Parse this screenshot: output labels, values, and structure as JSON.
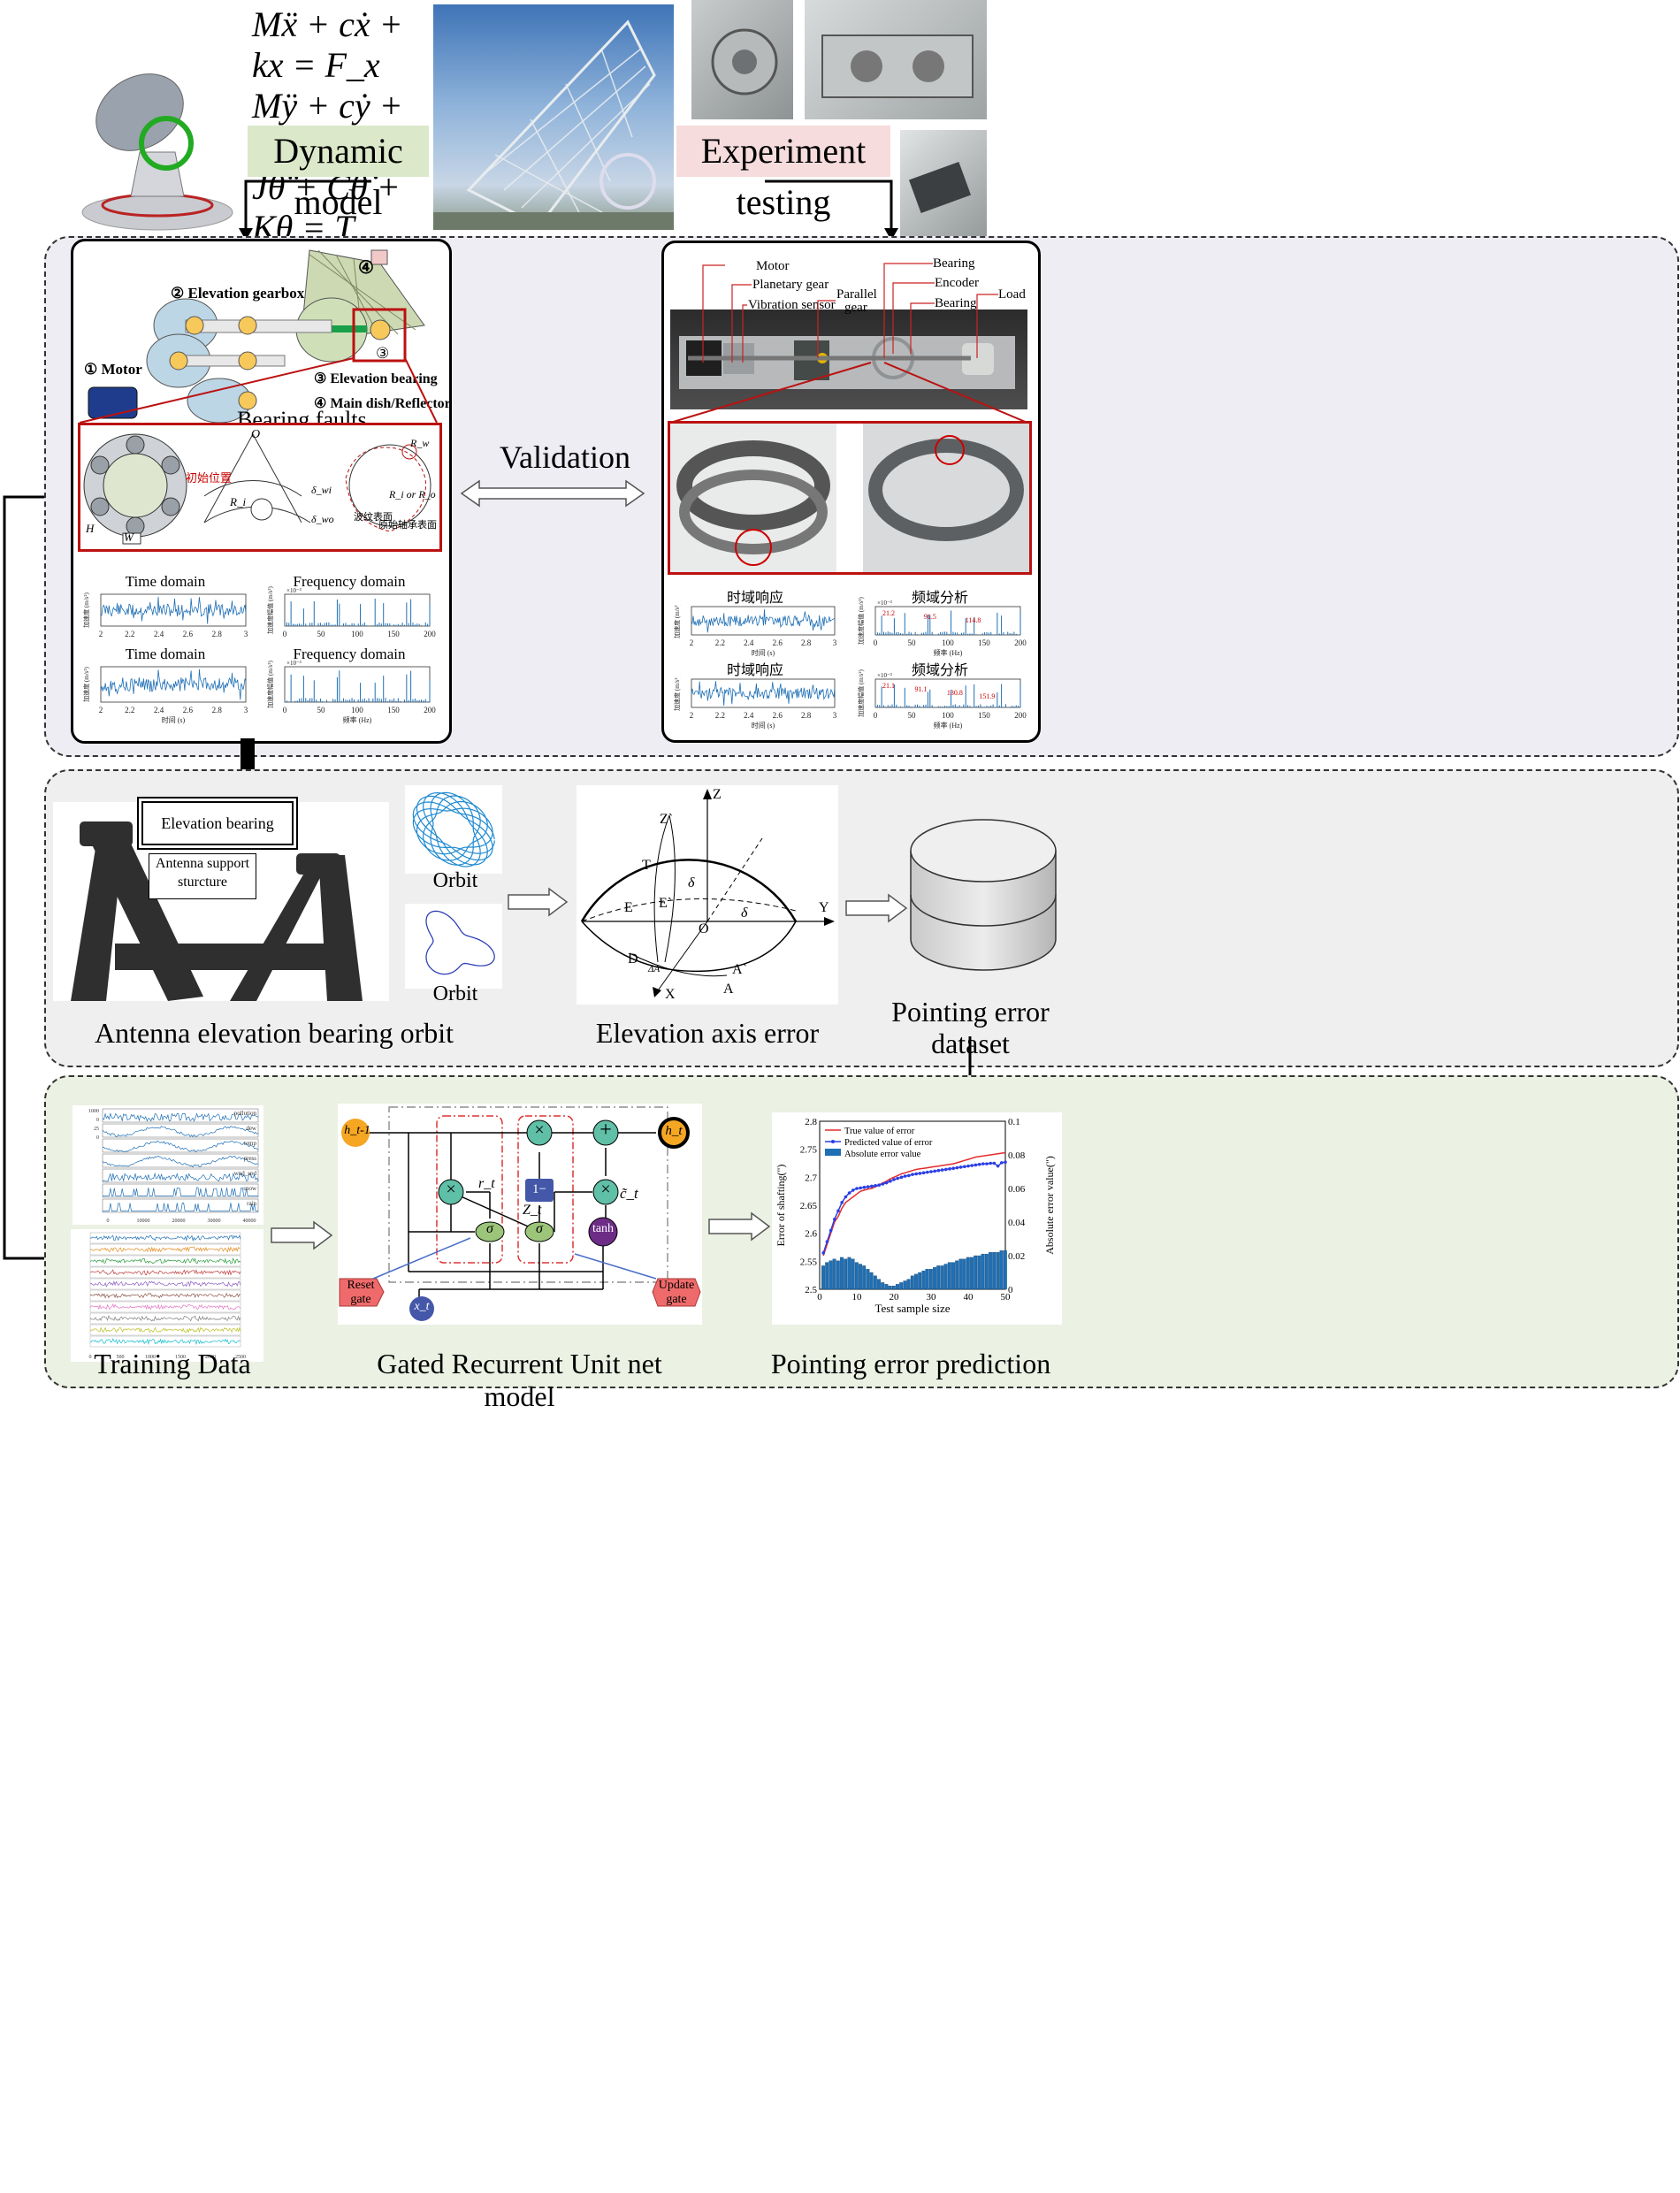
{
  "top": {
    "equations": [
      "Mẍ + cẋ + kx = F_x",
      "Mÿ + cẏ + ky = F_y",
      "Jθ̈ + Cθ̇ + Kθ = T"
    ],
    "dynamic_model": "Dynamic model",
    "experiment_testing": "Experiment testing"
  },
  "panel1": {
    "left_labels": {
      "dish": "④",
      "gearbox": "② Elevation gearbox",
      "motor": "① Motor",
      "num3": "③",
      "elev_bearing": "③ Elevation bearing",
      "main_dish": "④ Main dish/Reflector",
      "bearing_faults": "Bearing faults",
      "init_pos": "初始位置",
      "wave_surface": "波纹表面",
      "orig_surface": "原始轴承表面",
      "O": "O",
      "Ri_or_Ro": "R_i or R_o",
      "Rw": "R_w",
      "Ri": "R_i",
      "delta_wi": "δ_wi",
      "delta_wo": "δ_wo",
      "H_label": "H",
      "W_label": "W"
    },
    "validation": "Validation",
    "right_labels": {
      "motor": "Motor",
      "planetary": "Planetary gear",
      "vib_sensor": "Vibration sensor",
      "parallel": "Parallel",
      "gear": "gear",
      "bearing1": "Bearing",
      "encoder": "Encoder",
      "bearing2": "Bearing",
      "load": "Load"
    },
    "sim_plots": [
      {
        "title": "Time domain",
        "xticks": [
          "2",
          "2.2",
          "2.4",
          "2.6",
          "2.8",
          "3"
        ],
        "xlabel": "",
        "ylabel": "加速度 (m/s²)"
      },
      {
        "title": "Frequency domain",
        "xticks": [
          "0",
          "50",
          "100",
          "150",
          "200"
        ],
        "xlabel": "",
        "ylabel": "加速度幅值 (m/s²)",
        "exp": "×10⁻³"
      },
      {
        "title": "Time domain",
        "xticks": [
          "2",
          "2.2",
          "2.4",
          "2.6",
          "2.8",
          "3"
        ],
        "xlabel": "时间 (s)",
        "ylabel": "加速度 (m/s²)"
      },
      {
        "title": "Frequency domain",
        "xticks": [
          "0",
          "50",
          "100",
          "150",
          "200"
        ],
        "xlabel": "频率 (Hz)",
        "ylabel": "加速度幅值 (m/s²)",
        "exp": "×10⁻³"
      }
    ],
    "exp_plots": [
      {
        "title": "时域响应",
        "xticks": [
          "2",
          "2.2",
          "2.4",
          "2.6",
          "2.8",
          "3"
        ],
        "xlabel": "时间 (s)",
        "ylabel": "加速度 (m/s²)"
      },
      {
        "title": "频域分析",
        "xticks": [
          "0",
          "50",
          "100",
          "150",
          "200"
        ],
        "xlabel": "频率 (Hz)",
        "ylabel": "加速度幅值 (m/s²)",
        "exp": "×10⁻³",
        "peaks": [
          "21.2",
          "91.5",
          "114.8"
        ]
      },
      {
        "title": "时域响应",
        "xticks": [
          "2",
          "2.2",
          "2.4",
          "2.6",
          "2.8",
          "3"
        ],
        "xlabel": "时间 (s)",
        "ylabel": "加速度 (m/s²)"
      },
      {
        "title": "频域分析",
        "xticks": [
          "0",
          "50",
          "100",
          "150",
          "200"
        ],
        "xlabel": "频率 (Hz)",
        "ylabel": "加速度幅值 (m/s²)",
        "exp": "×10⁻³",
        "peaks": [
          "21.1",
          "91.1",
          "130.8",
          "151.9"
        ]
      }
    ]
  },
  "panel2": {
    "elevation_bearing": "Elevation bearing",
    "antenna_support": "Antenna support",
    "sturcture": "sturcture",
    "orbit1": "Orbit",
    "orbit2": "Orbit",
    "caption_left": "Antenna elevation bearing orbit",
    "caption_mid": "Elevation axis error",
    "caption_right_1": "Pointing",
    "caption_right_2": "error",
    "caption_right_3": "dataset",
    "axis": {
      "Z": "Z",
      "Zp": "Z`",
      "T": "T",
      "E": "E",
      "Ep": "E`",
      "O": "O",
      "Y": "Y",
      "D": "D",
      "X": "X",
      "A": "A",
      "Ap": "A`",
      "delta": "δ",
      "dA": "ΔA"
    }
  },
  "panel3": {
    "train_series": [
      "pollution",
      "dew",
      "temp",
      "press",
      "wnd_spd",
      "snow",
      "rain"
    ],
    "train_yticks": [
      "1000",
      "0",
      "25",
      "0",
      "-25",
      "25",
      "0",
      "1025",
      "1000",
      "500",
      "0",
      "25",
      "0",
      "25",
      "0"
    ],
    "train_xticks": [
      "0",
      "10000",
      "20000",
      "30000",
      "40000"
    ],
    "train2_xticks": [
      "0",
      "500",
      "1000",
      "1500",
      "2000",
      "2500"
    ],
    "gru": {
      "h_prev": "h_t-1",
      "h_t": "h_t",
      "x_t": "x_t",
      "r_t": "r_t",
      "z_t": "Z_t",
      "c_t": "c̃_t",
      "one_minus": "1−",
      "sigma": "σ",
      "tanh": "tanh",
      "times": "×",
      "plus": "+",
      "reset": [
        "Reset",
        "gate"
      ],
      "update": [
        "Update",
        "gate"
      ]
    },
    "caption_left": "Training Data",
    "caption_mid": "Gated Recurrent Unit net model",
    "caption_right": "Pointing error prediction"
  },
  "chart_data": {
    "type": "line",
    "xlabel": "Test sample size",
    "ylabel": "Error of shafting(\")",
    "ylabel_right": "Absolute error value(\")",
    "xlim": [
      0,
      50
    ],
    "ylim": [
      2.5,
      2.8
    ],
    "ylim_right": [
      0,
      0.1
    ],
    "xticks": [
      "0",
      "10",
      "20",
      "30",
      "40",
      "50"
    ],
    "yticks": [
      "2.5",
      "2.55",
      "2.6",
      "2.65",
      "2.7",
      "2.75",
      "2.8"
    ],
    "yticks_right": [
      "0",
      "0.02",
      "0.04",
      "0.06",
      "0.08",
      "0.1"
    ],
    "legend": [
      "True value of error",
      "Predicted value of error",
      "Absolute error value"
    ],
    "x": [
      1,
      2,
      3,
      4,
      5,
      6,
      7,
      8,
      9,
      10,
      11,
      12,
      13,
      14,
      15,
      16,
      17,
      18,
      19,
      20,
      21,
      22,
      23,
      24,
      25,
      26,
      27,
      28,
      29,
      30,
      31,
      32,
      33,
      34,
      35,
      36,
      37,
      38,
      39,
      40,
      41,
      42,
      43,
      44,
      45,
      46,
      47,
      48,
      49,
      50
    ],
    "series": [
      {
        "name": "True value of error",
        "color": "#e52b2b",
        "values": [
          2.56,
          2.58,
          2.6,
          2.62,
          2.63,
          2.645,
          2.655,
          2.66,
          2.665,
          2.67,
          2.675,
          2.677,
          2.679,
          2.68,
          2.683,
          2.686,
          2.69,
          2.693,
          2.697,
          2.7,
          2.703,
          2.706,
          2.708,
          2.71,
          2.712,
          2.714,
          2.715,
          2.716,
          2.717,
          2.718,
          2.719,
          2.72,
          2.721,
          2.722,
          2.723,
          2.724,
          2.726,
          2.728,
          2.73,
          2.732,
          2.734,
          2.736,
          2.737,
          2.738,
          2.739,
          2.74,
          2.741,
          2.742,
          2.743,
          2.744
        ]
      },
      {
        "name": "Predicted value of error",
        "color": "#2b3fe5",
        "values": [
          2.565,
          2.585,
          2.605,
          2.625,
          2.64,
          2.655,
          2.665,
          2.672,
          2.677,
          2.68,
          2.681,
          2.682,
          2.683,
          2.684,
          2.685,
          2.686,
          2.688,
          2.69,
          2.693,
          2.696,
          2.698,
          2.7,
          2.702,
          2.703,
          2.705,
          2.706,
          2.707,
          2.708,
          2.709,
          2.71,
          2.711,
          2.712,
          2.713,
          2.714,
          2.715,
          2.716,
          2.717,
          2.718,
          2.719,
          2.72,
          2.721,
          2.722,
          2.723,
          2.724,
          2.724,
          2.725,
          2.725,
          2.72,
          2.726,
          2.727
        ]
      },
      {
        "name": "Absolute error value",
        "color": "#1f6fb5",
        "values": [
          0.014,
          0.016,
          0.017,
          0.018,
          0.017,
          0.019,
          0.018,
          0.019,
          0.018,
          0.016,
          0.015,
          0.014,
          0.012,
          0.01,
          0.008,
          0.006,
          0.004,
          0.003,
          0.002,
          0.002,
          0.003,
          0.004,
          0.005,
          0.006,
          0.008,
          0.009,
          0.01,
          0.011,
          0.012,
          0.012,
          0.013,
          0.014,
          0.014,
          0.015,
          0.016,
          0.016,
          0.017,
          0.018,
          0.018,
          0.019,
          0.019,
          0.02,
          0.02,
          0.021,
          0.021,
          0.022,
          0.022,
          0.022,
          0.023,
          0.023
        ]
      }
    ]
  }
}
